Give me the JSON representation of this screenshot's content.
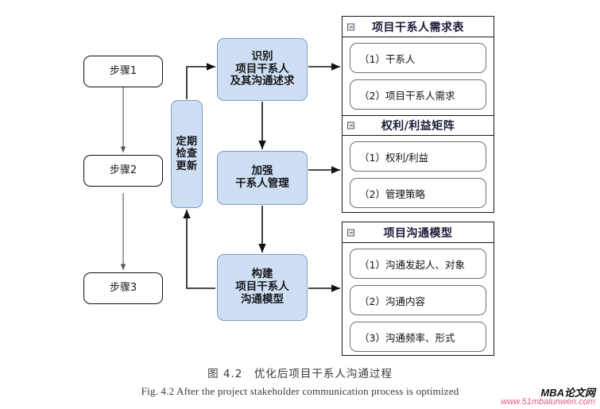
{
  "figure": {
    "caption_cn": "图 4.2　优化后项目干系人沟通过程",
    "caption_en": "Fig. 4.2    After the project stakeholder communication process is optimized"
  },
  "watermark": {
    "title": "MBA论文网",
    "url": "www.51mbalunwen.com"
  },
  "colors": {
    "process_fill": "#cfdff3",
    "process_border": "#7e9cc4",
    "group_border": "#1a1a1a",
    "title_text": "#1b1b3a",
    "watermark_url": "#e05a8a"
  },
  "left_column": {
    "steps": [
      {
        "label": "步骤1"
      },
      {
        "label": "步骤2"
      },
      {
        "label": "步骤3"
      }
    ]
  },
  "cycle_box": {
    "label": "定期\n检查\n更新"
  },
  "process_boxes": [
    {
      "label": "识别\n项目干系人\n及其沟通述求"
    },
    {
      "label": "加强\n干系人管理"
    },
    {
      "label": "构建\n项目干系人\n沟通模型"
    }
  ],
  "groups": [
    {
      "title": "项目干系人需求表",
      "collapse_icon": "minus-square-icon",
      "items": [
        {
          "label": "（1）干系人"
        },
        {
          "label": "（2）项目干系人需求"
        }
      ]
    },
    {
      "title": "权利/利益矩阵",
      "collapse_icon": "minus-square-icon",
      "items": [
        {
          "label": "（1）权利/利益"
        },
        {
          "label": "（2）管理策略"
        }
      ]
    },
    {
      "title": "项目沟通模型",
      "collapse_icon": "minus-square-icon",
      "items": [
        {
          "label": "（1）沟通发起人、对象"
        },
        {
          "label": "（2）沟通内容"
        },
        {
          "label": "（3）沟通频率、形式"
        }
      ]
    }
  ]
}
